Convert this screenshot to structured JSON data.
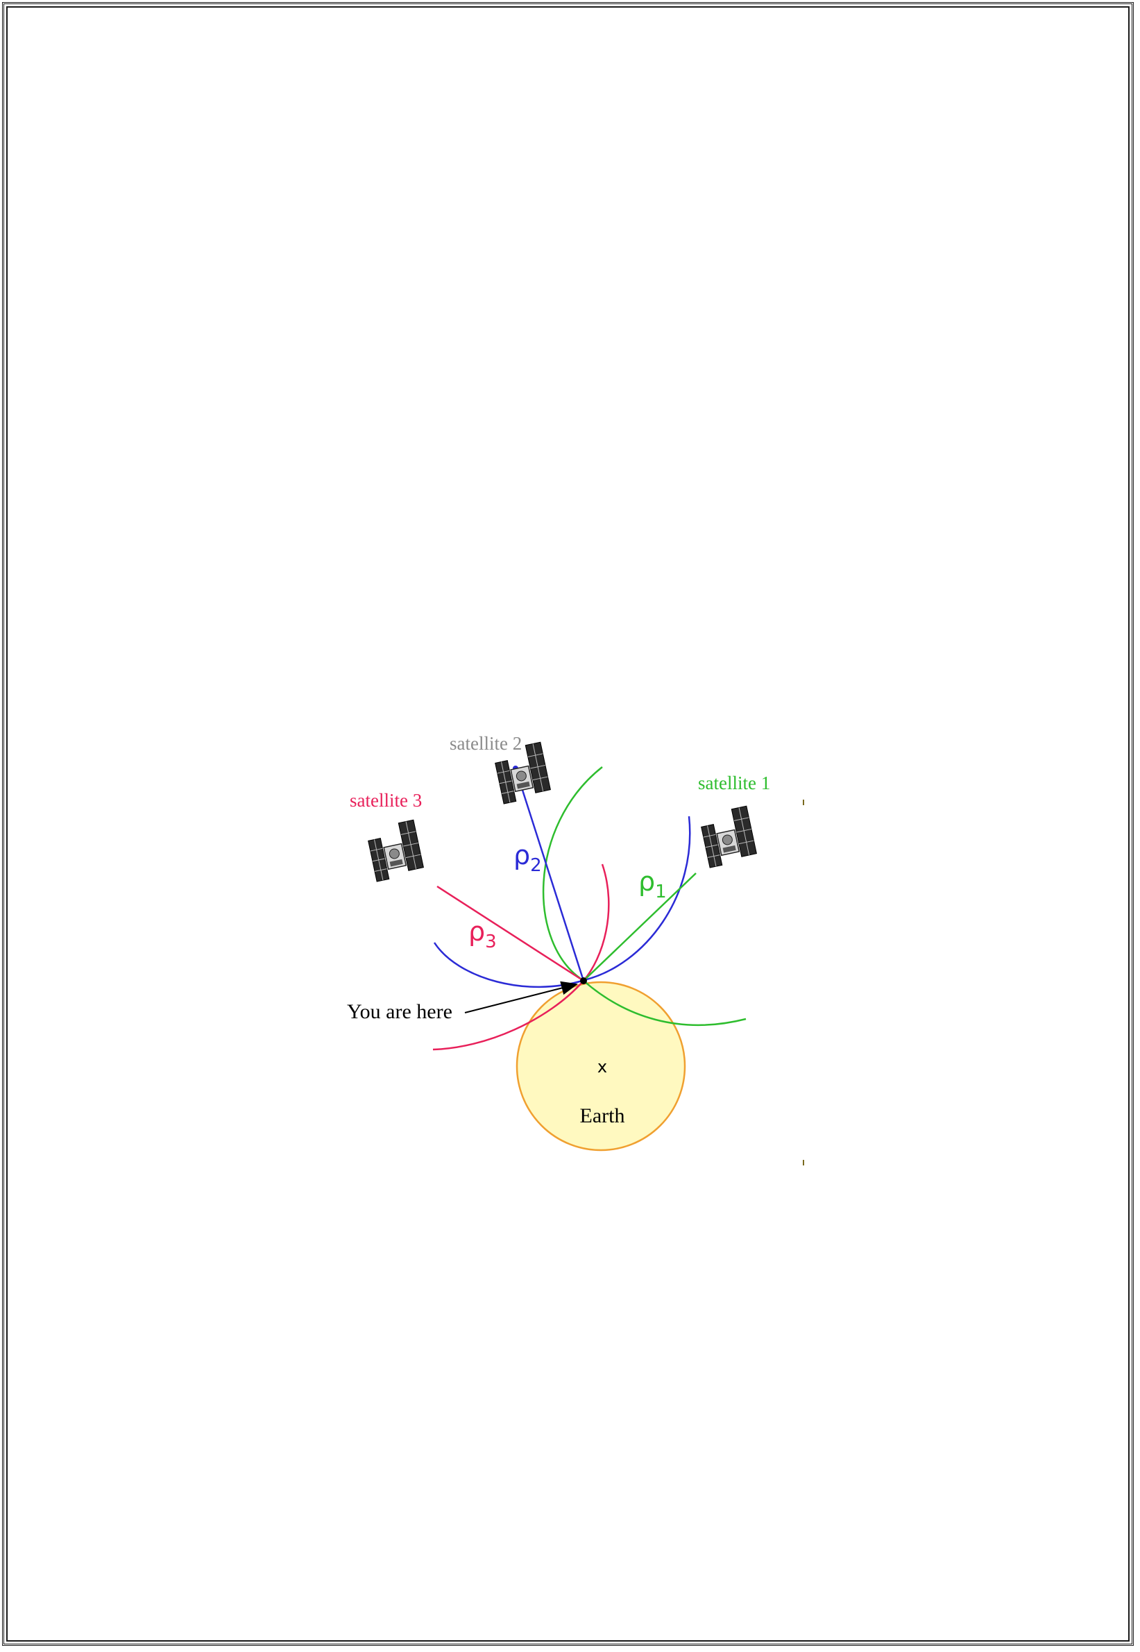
{
  "colors": {
    "green": "#2ebd2e",
    "blue": "#2b2bd6",
    "red": "#e8205a",
    "gray_label": "#8a8a8a",
    "earth_fill": "#fff9c0",
    "earth_stroke": "#f0a030",
    "black": "#000000"
  },
  "labels": {
    "satellite1": "satellite 1",
    "satellite2": "satellite 2",
    "satellite3": "satellite 3",
    "rho1": "ρ",
    "rho1_sub": "1",
    "rho2": "ρ",
    "rho2_sub": "2",
    "rho3": "ρ",
    "rho3_sub": "3",
    "you_are_here": "You are here",
    "earth": "Earth",
    "center_mark": "x"
  },
  "icons": [
    "satellite-icon",
    "satellite-icon",
    "satellite-icon"
  ]
}
